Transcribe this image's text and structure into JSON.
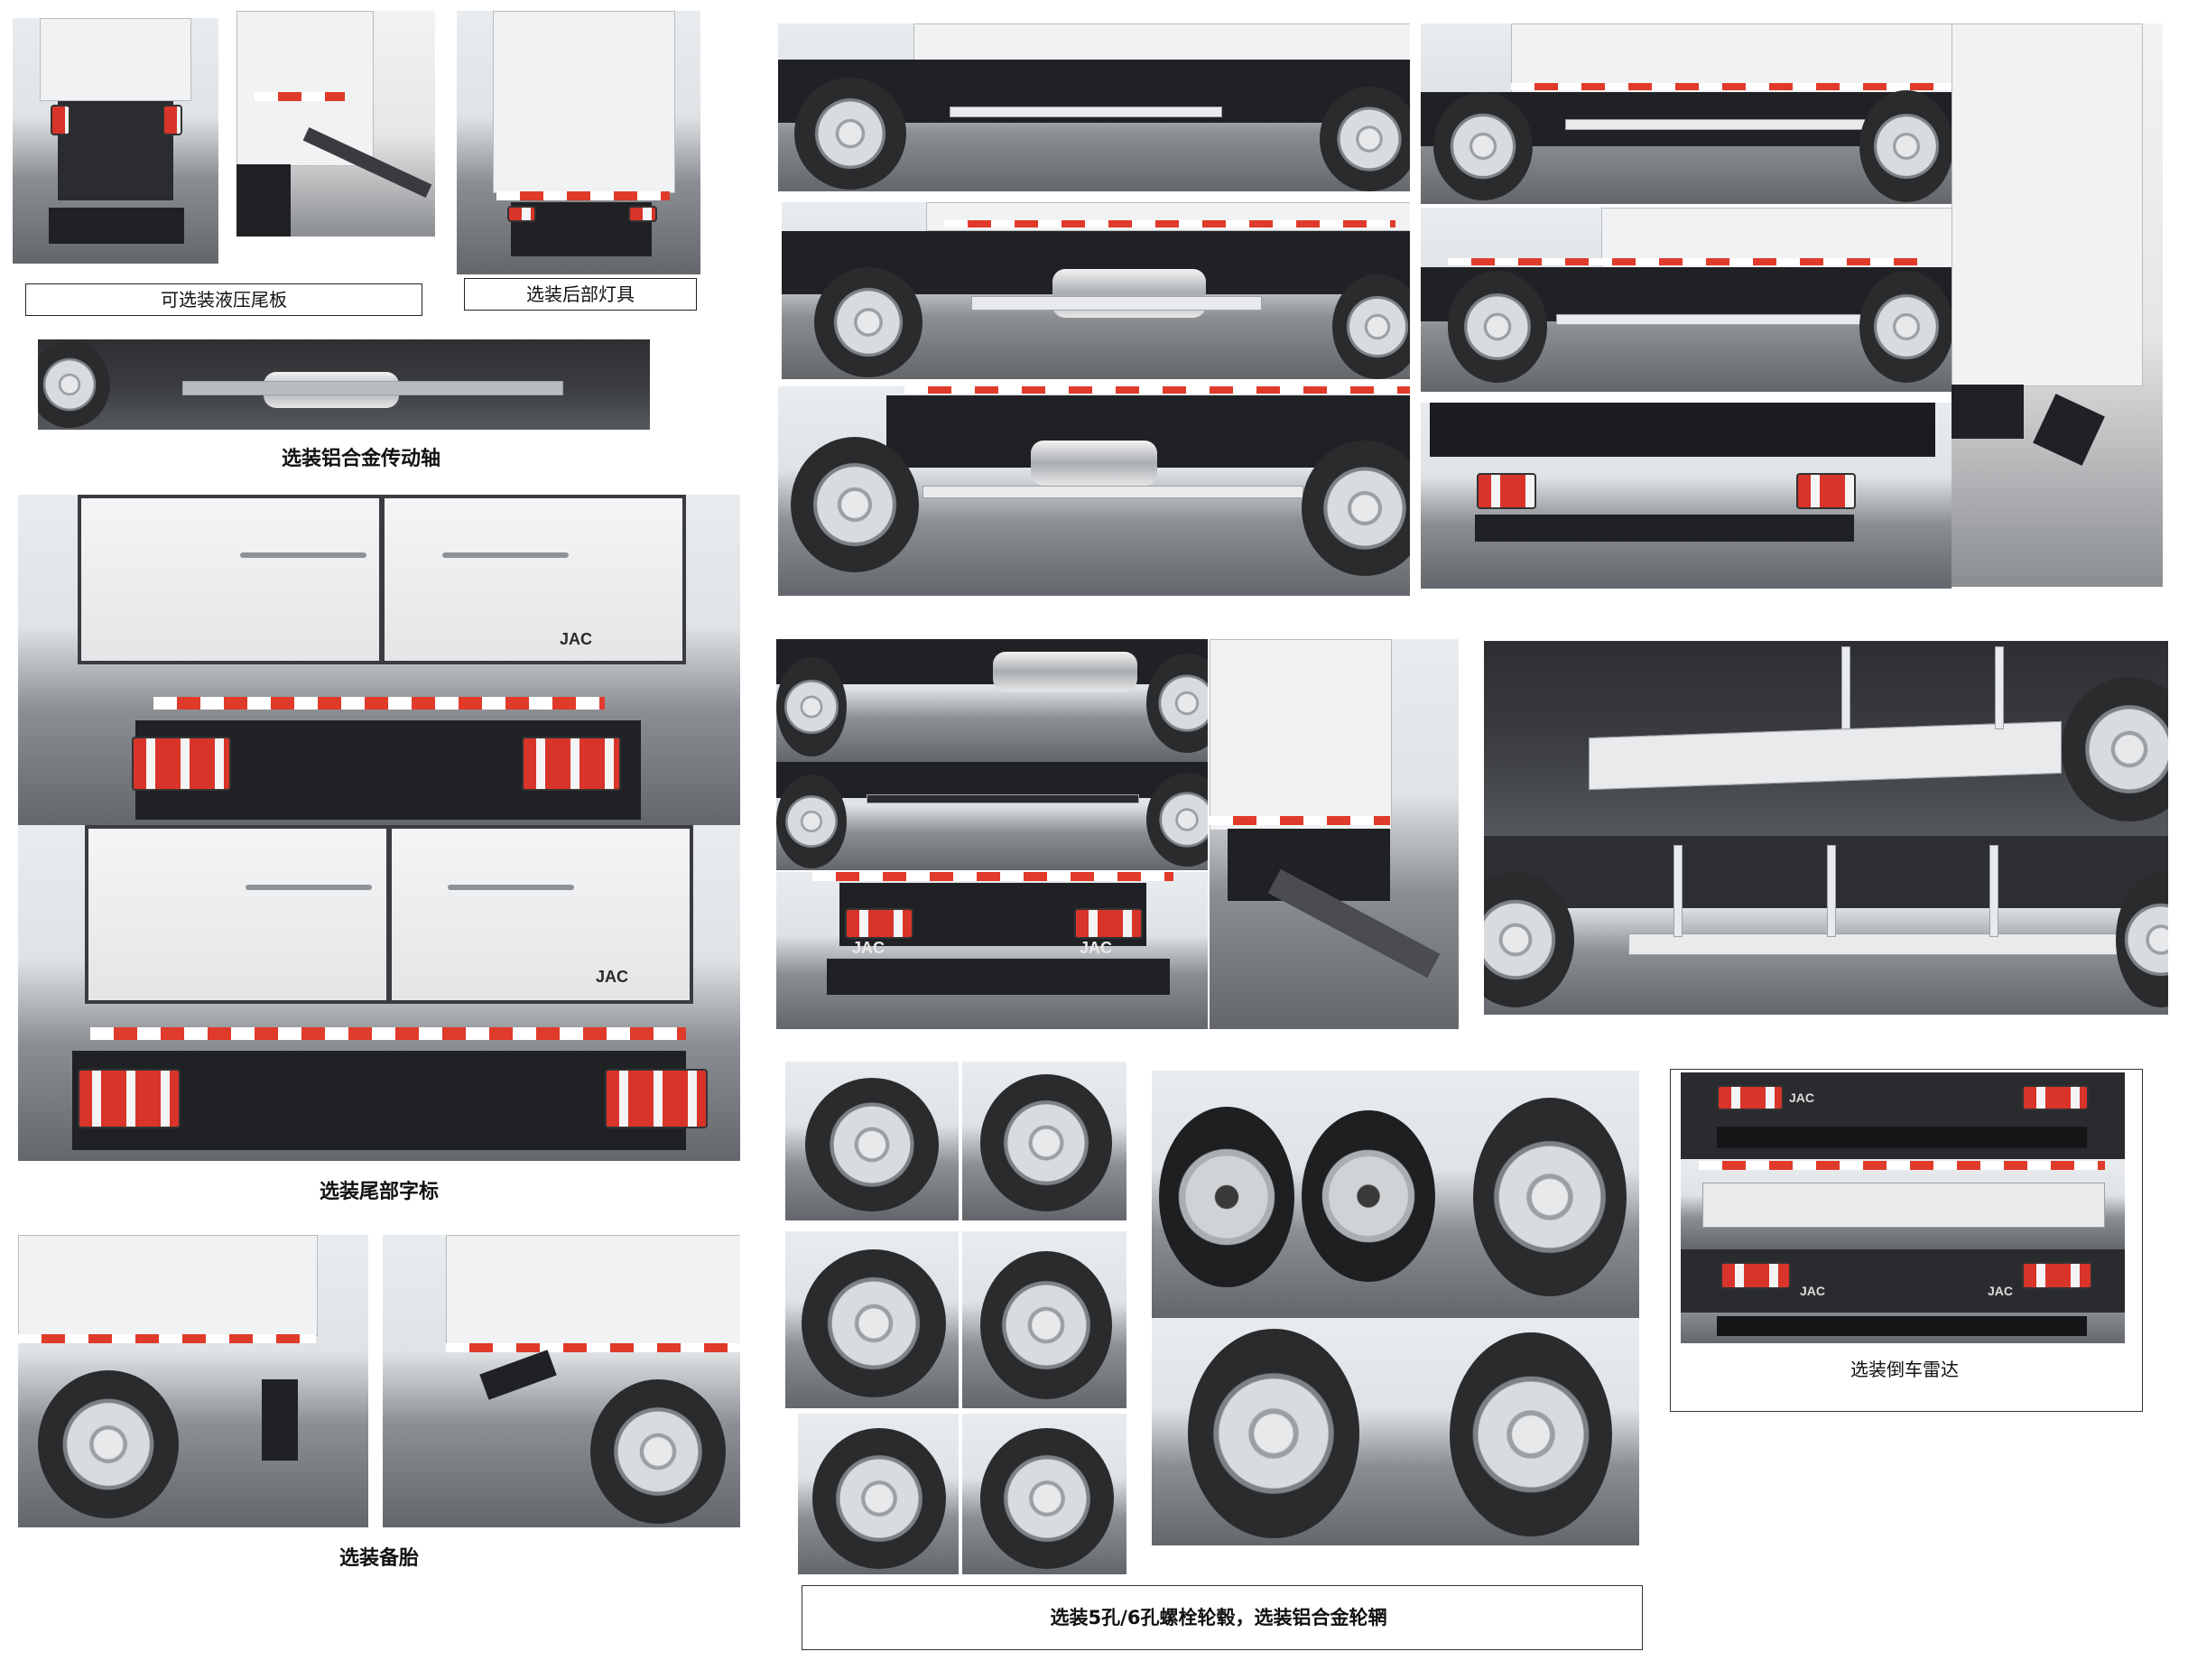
{
  "captions": {
    "hydraulic_tailgate": "可选装液压尾板",
    "rear_lights": "选装后部灯具",
    "alloy_driveshaft": "选装铝合金传动轴",
    "rear_lettering": "选装尾部字标",
    "spare_tire": "选装备胎",
    "hubs_and_rims": "选装5孔/6孔螺栓轮毂，选装铝合金轮辋",
    "reverse_radar": "选装倒车雷达"
  },
  "logos": {
    "jac": "JAC"
  },
  "colors": {
    "reflective_red": "#e03a2a",
    "chassis_black": "#202124",
    "box_white": "#f1f2f3"
  }
}
